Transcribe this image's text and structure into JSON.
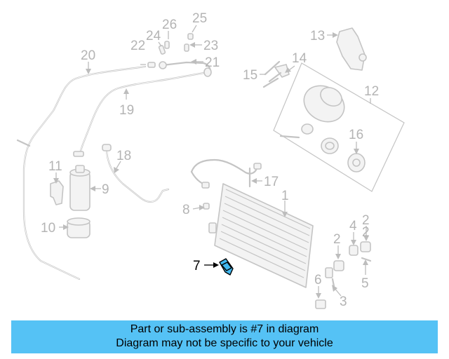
{
  "diagram": {
    "highlighted_part": "7",
    "callouts": [
      "1",
      "2",
      "2",
      "2",
      "3",
      "4",
      "5",
      "6",
      "7",
      "8",
      "9",
      "10",
      "11",
      "12",
      "13",
      "14",
      "15",
      "16",
      "17",
      "18",
      "19",
      "20",
      "21",
      "22",
      "23",
      "24",
      "25",
      "26"
    ]
  },
  "banner": {
    "line1": "Part or sub-assembly is #7 in diagram",
    "line2": "Diagram may not be specific to your vehicle"
  },
  "colors": {
    "highlight": "#41b8ef",
    "banner_background": "#55c2f5",
    "line_art": "#c4c4c4",
    "callout_text": "#b4b4b4"
  }
}
